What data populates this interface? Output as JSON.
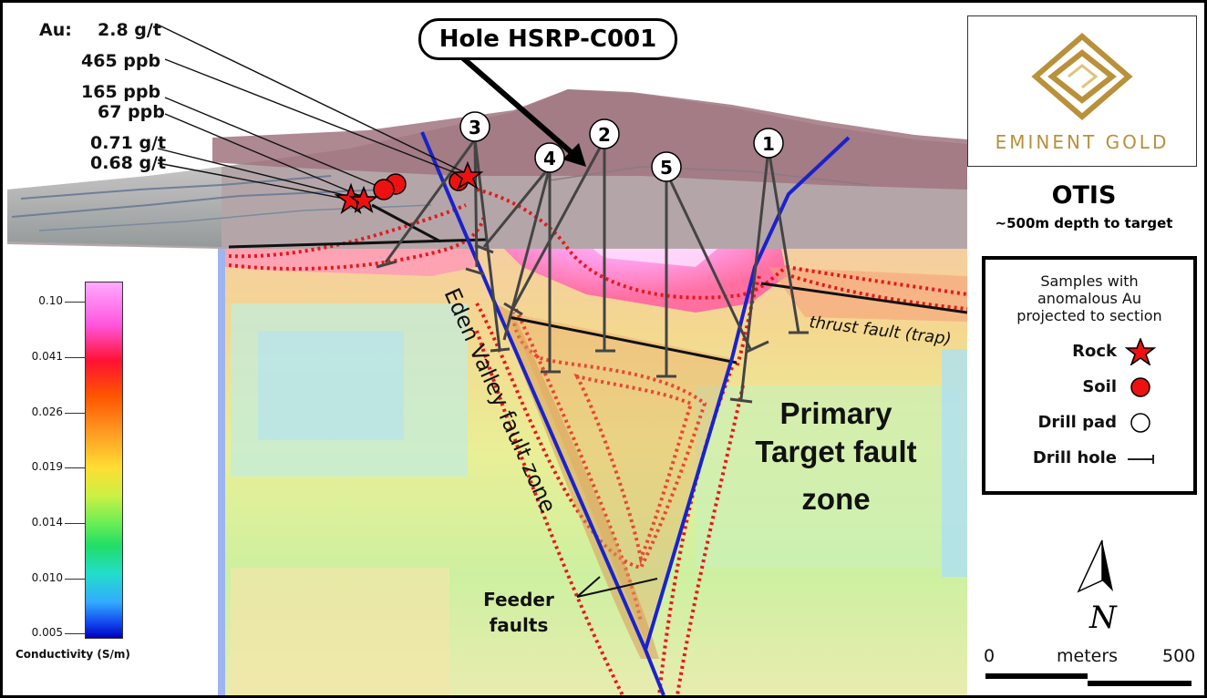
{
  "hole_label": "Hole HSRP-C001",
  "grades": {
    "prefix": "Au:",
    "values": [
      "2.8 g/t",
      "465 ppb",
      "165 ppb",
      "67 ppb",
      "0.71 g/t",
      "0.68 g/t"
    ]
  },
  "drill_pads": [
    "1",
    "2",
    "3",
    "4",
    "5"
  ],
  "annotations": {
    "fault_zone": "Eden Valley fault zone",
    "thrust": "thrust fault (trap)",
    "primary_line1": "Primary",
    "primary_line2": "Target fault",
    "primary_line3": "zone",
    "feeder_line1": "Feeder",
    "feeder_line2": "faults"
  },
  "color_scale": {
    "title": "Conductivity (S/m)",
    "ticks": [
      "0.10",
      "0.041",
      "0.026",
      "0.019",
      "0.014",
      "0.010",
      "0.005"
    ]
  },
  "logo": {
    "name": "EMINENT GOLD",
    "color": "#b8913a"
  },
  "target": {
    "name": "OTIS",
    "subtitle": "~500m depth to target"
  },
  "legend": {
    "title_line1": "Samples with",
    "title_line2": "anomalous Au",
    "title_line3": "projected to section",
    "items": [
      {
        "label": "Rock",
        "icon": "red-star-icon"
      },
      {
        "label": "Soil",
        "icon": "red-circle-icon"
      },
      {
        "label": "Drill pad",
        "icon": "white-circle-icon"
      },
      {
        "label": "Drill hole",
        "icon": "drill-hole-icon"
      }
    ]
  },
  "north": "N",
  "scale_bar": {
    "start": "0",
    "unit": "meters",
    "end": "500"
  },
  "colors": {
    "fault": "#1a22cc",
    "halo": "#e8171d",
    "marker": "#ee1111"
  }
}
